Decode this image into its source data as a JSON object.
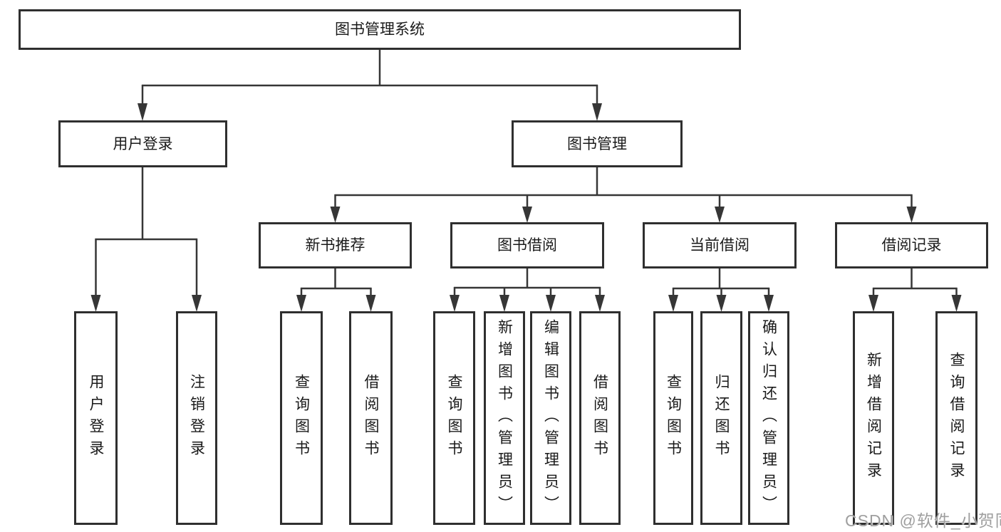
{
  "diagram": {
    "type": "hierarchy",
    "tree": {
      "root": {
        "label": "图书管理系统",
        "children": [
          {
            "label": "用户登录",
            "children": [
              {
                "label": "用户登录"
              },
              {
                "label": "注销登录"
              }
            ]
          },
          {
            "label": "图书管理",
            "children": [
              {
                "label": "新书推荐",
                "children": [
                  {
                    "label": "查询图书"
                  },
                  {
                    "label": "借阅图书"
                  }
                ]
              },
              {
                "label": "图书借阅",
                "children": [
                  {
                    "label": "查询图书"
                  },
                  {
                    "label": "新增图书（管理员）"
                  },
                  {
                    "label": "编辑图书（管理员）"
                  },
                  {
                    "label": "借阅图书"
                  }
                ]
              },
              {
                "label": "当前借阅",
                "children": [
                  {
                    "label": "查询图书"
                  },
                  {
                    "label": "归还图书"
                  },
                  {
                    "label": "确认归还（管理员）"
                  }
                ]
              },
              {
                "label": "借阅记录",
                "children": [
                  {
                    "label": "新增借阅记录"
                  },
                  {
                    "label": "查询借阅记录"
                  }
                ]
              }
            ]
          }
        ]
      }
    },
    "colors": {
      "line": "#363636",
      "box_border": "#2f2f2f",
      "text": "#1a1a1a",
      "background": "#ffffff",
      "watermark": "#9f9f9f"
    }
  },
  "watermark": {
    "text": "CSDN @软件_小贺同学"
  }
}
